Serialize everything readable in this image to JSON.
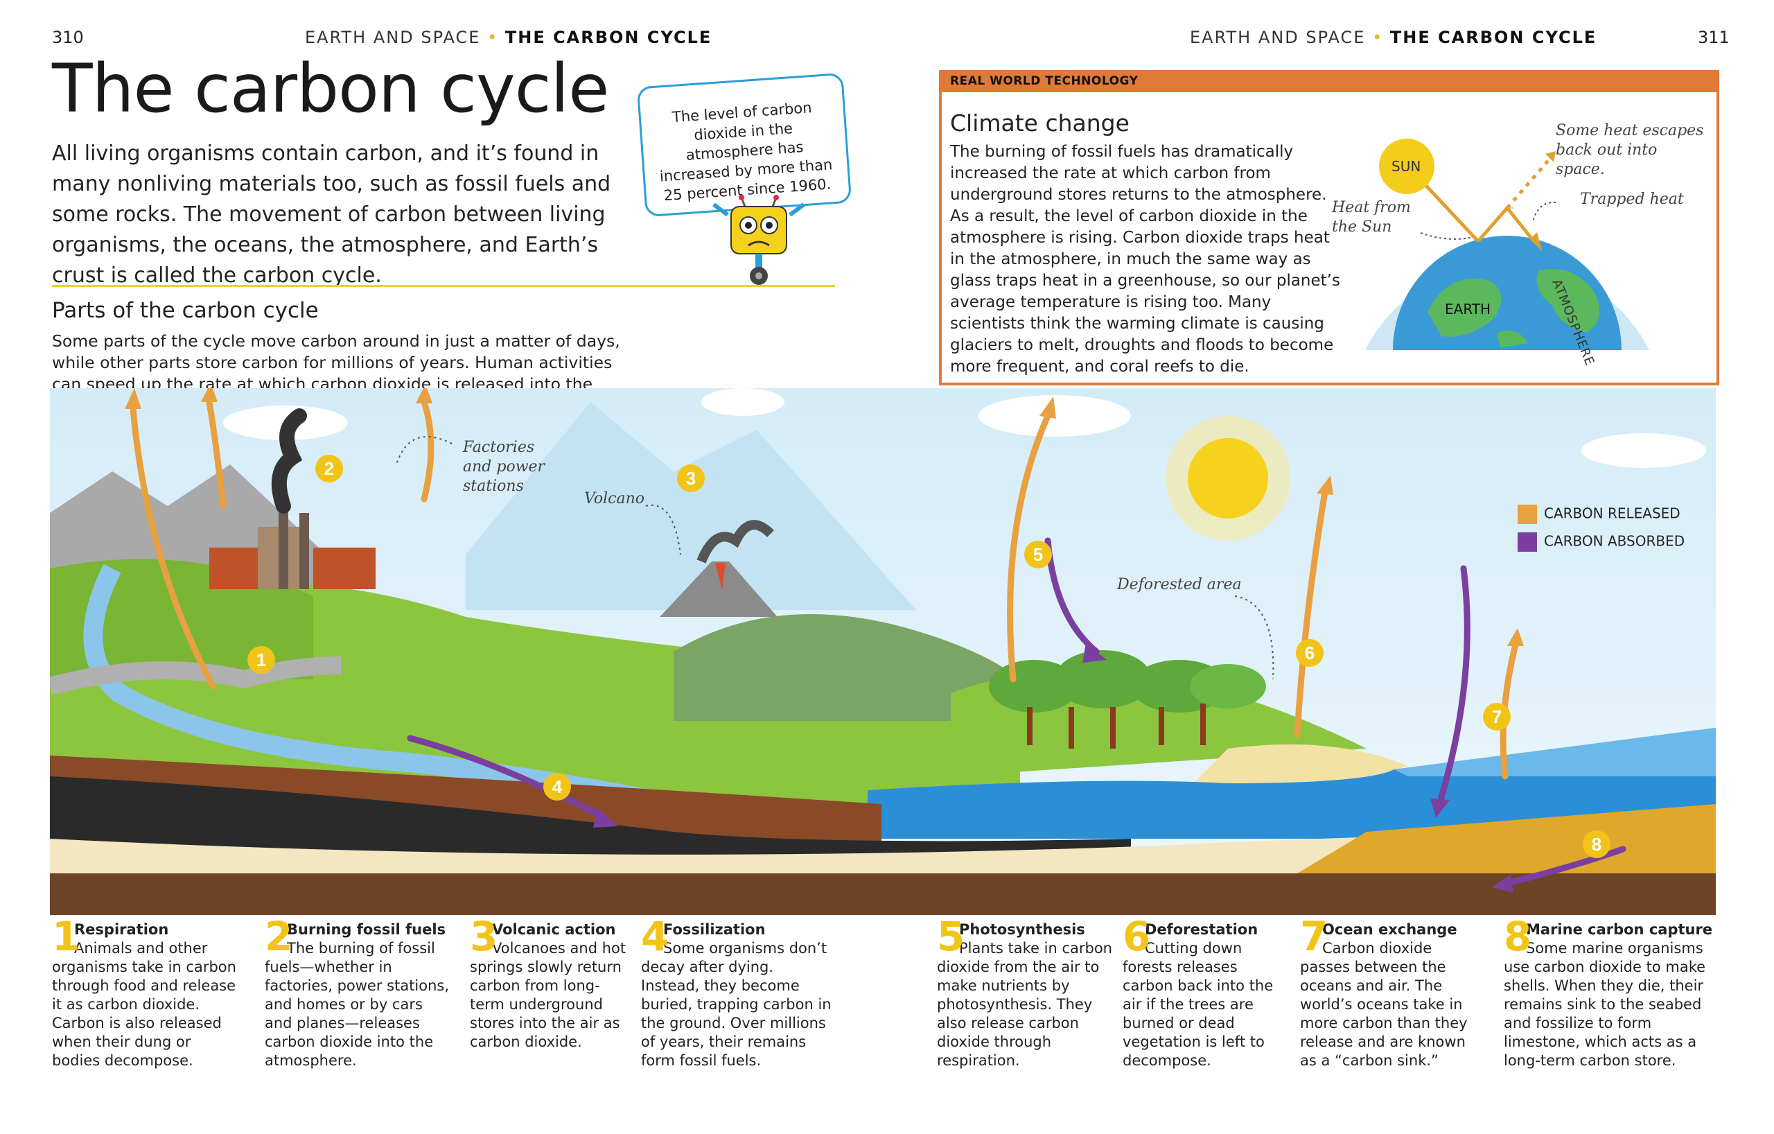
{
  "header": {
    "left_page": "310",
    "right_page": "311",
    "left_section": "EARTH AND SPACE",
    "left_topic": "THE CARBON CYCLE",
    "right_section": "EARTH AND SPACE",
    "right_topic": "THE CARBON CYCLE",
    "bullet": "•"
  },
  "title": "The carbon cycle",
  "intro": "All living organisms contain carbon, and it’s found in many nonliving materials too, such as fossil fuels and some rocks. The movement of carbon between living organisms, the oceans, the atmosphere, and Earth’s crust is called the carbon cycle.",
  "bubble": "The level of carbon dioxide in the atmosphere has increased by more than 25 percent since 1960.",
  "parts": {
    "heading": "Parts of the carbon cycle",
    "text": "Some parts of the cycle move carbon around in just a matter of days, while other parts store carbon for millions of years. Human activities can speed up the rate at which carbon dioxide is released into the atmosphere."
  },
  "real_world": {
    "label": "REAL WORLD TECHNOLOGY",
    "title": "Climate change",
    "text": "The burning of fossil fuels has dramatically increased the rate at which carbon from underground stores returns to the atmosphere. As a result, the level of carbon dioxide in the atmosphere is rising. Carbon dioxide traps heat in the atmosphere, in much the same way as glass traps heat in a greenhouse, so our planet’s average temperature is rising too. Many scientists think the warming climate is causing glaciers to melt, droughts and floods to become more frequent, and coral reefs to die.",
    "diagram": {
      "sun": "SUN",
      "earth": "EARTH",
      "atmosphere": "ATMOSPHERE",
      "heat_from_sun": "Heat from the Sun",
      "heat_escapes": "Some heat escapes back out into space.",
      "trapped_heat": "Trapped heat"
    }
  },
  "scene": {
    "factories": "Factories and power stations",
    "volcano": "Volcano",
    "deforested": "Deforested area",
    "markers": [
      "1",
      "2",
      "3",
      "4",
      "5",
      "6",
      "7",
      "8"
    ]
  },
  "legend": {
    "released": "CARBON RELEASED",
    "absorbed": "CARBON ABSORBED",
    "released_color": "#e8a040",
    "absorbed_color": "#7b3fa0"
  },
  "captions": [
    {
      "n": "1",
      "title": "Respiration",
      "text": "Animals and other organisms take in carbon through food and release it as carbon dioxide. Carbon is also released when their dung or bodies decompose."
    },
    {
      "n": "2",
      "title": "Burning fossil fuels",
      "text": "The burning of fossil fuels—whether in factories, power stations, and homes or by cars and planes—releases carbon dioxide into the atmosphere."
    },
    {
      "n": "3",
      "title": "Volcanic action",
      "text": "Volcanoes and hot springs slowly return carbon from long-term underground stores into the air as carbon dioxide."
    },
    {
      "n": "4",
      "title": "Fossilization",
      "text": "Some organisms don’t decay after dying. Instead, they become buried, trapping carbon in the ground. Over millions of years, their remains form fossil fuels."
    },
    {
      "n": "5",
      "title": "Photosynthesis",
      "text": "Plants take in carbon dioxide from the air to make nutrients by photosynthesis. They also release carbon dioxide through respiration."
    },
    {
      "n": "6",
      "title": "Deforestation",
      "text": "Cutting down forests releases carbon back into the air if the trees are burned or dead vegetation is left to decompose."
    },
    {
      "n": "7",
      "title": "Ocean exchange",
      "text": "Carbon dioxide passes between the oceans and air. The world’s oceans take in more carbon than they release and are known as a “carbon sink.”"
    },
    {
      "n": "8",
      "title": "Marine carbon capture",
      "text": "Some marine organisms use carbon dioxide to make shells. When they die, their remains sink to the seabed and fossilize to form limestone, which acts as a long-term carbon store."
    }
  ]
}
